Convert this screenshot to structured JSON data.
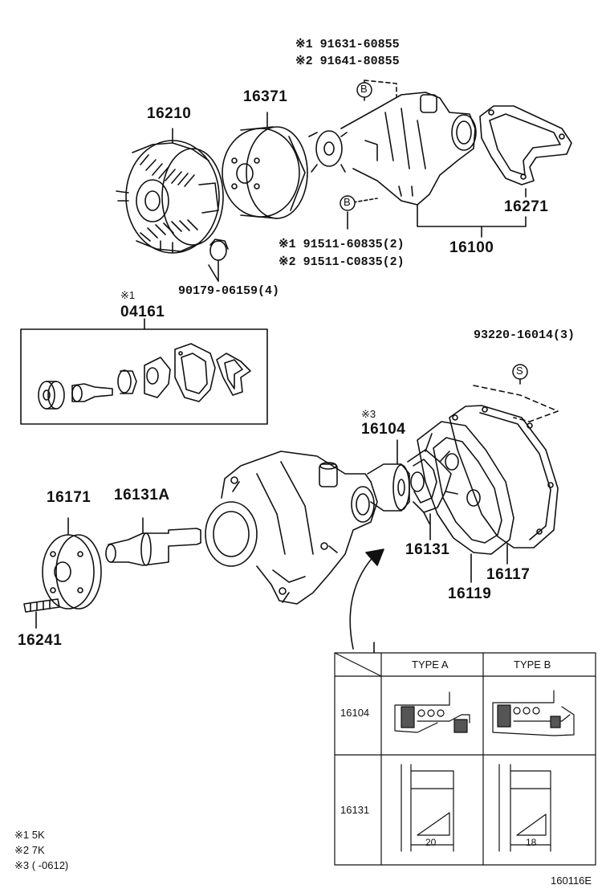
{
  "upper": {
    "fan_clutch": "16210",
    "pulley": "16371",
    "pump_assy": "16100",
    "gasket_rear": "16271",
    "nut": "90179-06159(4)",
    "bolt_b1_top": "※1 91631-60855",
    "bolt_b2_top": "※2 91641-80855",
    "bolt_b1_bottom": "※1 91511-60835(2)",
    "bolt_b2_bottom": "※2 91511-C0835(2)",
    "marker_b": "B"
  },
  "kit": {
    "note": "※1",
    "part": "04161"
  },
  "lower": {
    "stud_ref": "93220-16014(3)",
    "marker_s": "S",
    "seal_note": "※3",
    "seal": "16104",
    "flange": "16171",
    "shaft": "16131A",
    "stud": "16241",
    "rotor": "16131",
    "cover": "16117",
    "gasket": "16119"
  },
  "table": {
    "col_a": "TYPE A",
    "col_b": "TYPE B",
    "row_1": "16104",
    "row_2": "16131",
    "dim_a": "20",
    "dim_b": "18"
  },
  "notes": {
    "n1": "※1 5K",
    "n2": "※2 7K",
    "n3": "※3 (      -0612)"
  },
  "diagram_id": "160116E"
}
